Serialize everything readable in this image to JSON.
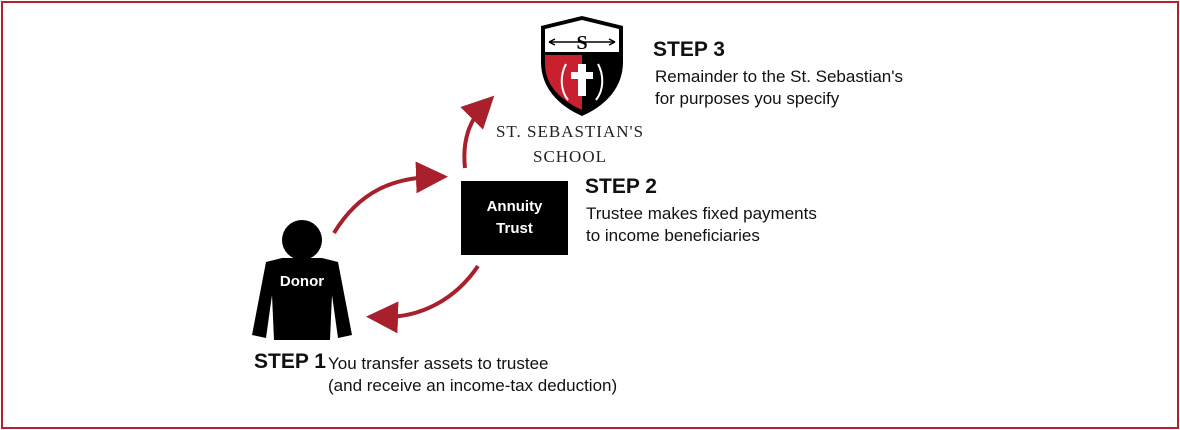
{
  "school": {
    "crest_letter": "S",
    "name_line1": "ST. SEBASTIAN'S",
    "name_line2": "SCHOOL"
  },
  "steps": [
    {
      "title": "STEP 1",
      "lines": [
        "You transfer assets to trustee",
        "(and receive an income-tax deduction)"
      ]
    },
    {
      "title": "STEP 2",
      "lines": [
        "Trustee makes fixed payments",
        "to income beneficiaries"
      ]
    },
    {
      "title": "STEP 3",
      "lines": [
        "Remainder to the St. Sebastian's",
        "for purposes you specify"
      ]
    }
  ],
  "trust_box": {
    "line1": "Annuity",
    "line2": "Trust"
  },
  "donor": {
    "label": "Donor"
  },
  "colors": {
    "accent": "#b3212d",
    "dark": "#000000",
    "crest_red": "#c8202e"
  },
  "icons": [
    "shield-crest-icon",
    "cross-icon",
    "arrows-icon",
    "laurel-icon",
    "person-icon",
    "curved-arrow-icon"
  ]
}
